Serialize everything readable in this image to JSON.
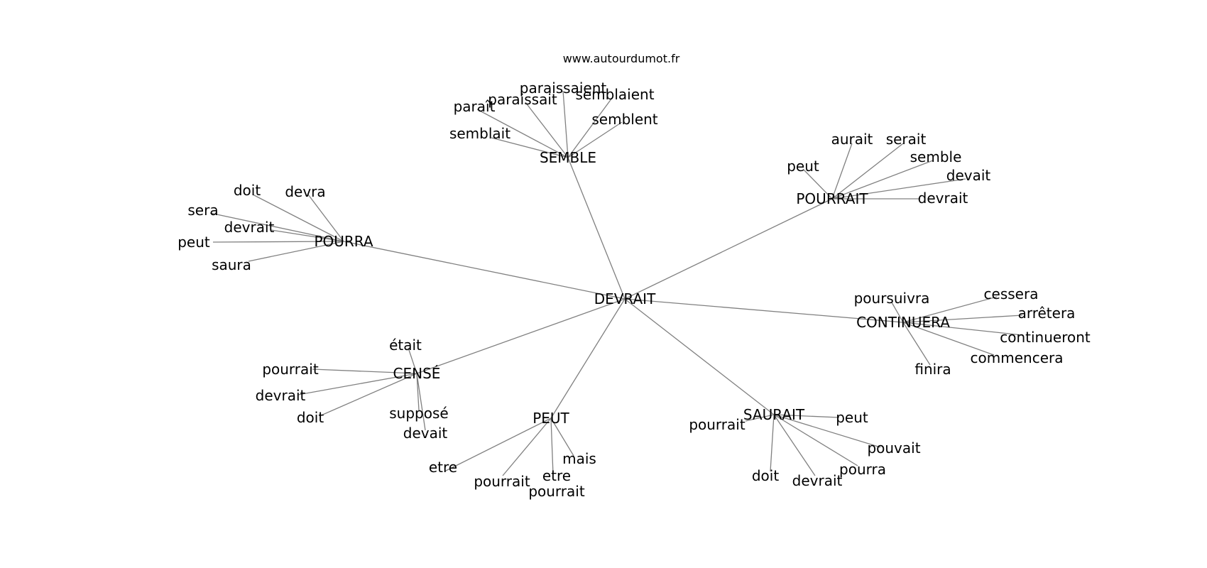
{
  "source": "www.autourdumot.fr",
  "center": "DEVRAIT",
  "hubs": [
    {
      "id": "semble",
      "label": "SEMBLE",
      "words": [
        "paraissaient",
        "paraissait",
        "paraît",
        "semblaient",
        "semblent",
        "semblait"
      ]
    },
    {
      "id": "pourrait",
      "label": "POURRAIT",
      "words": [
        "aurait",
        "serait",
        "peut",
        "semble",
        "devait",
        "devrait"
      ]
    },
    {
      "id": "pourra",
      "label": "POURRA",
      "words": [
        "doit",
        "devra",
        "sera",
        "devrait",
        "peut",
        "saura"
      ]
    },
    {
      "id": "continuera",
      "label": "CONTINUERA",
      "words": [
        "poursuivra",
        "cessera",
        "arrêtera",
        "continueront",
        "commencera",
        "finira"
      ]
    },
    {
      "id": "cense",
      "label": "CENSÉ",
      "words": [
        "était",
        "pourrait",
        "devrait",
        "doit",
        "supposé",
        "devait"
      ]
    },
    {
      "id": "peut",
      "label": "PEUT",
      "words": [
        "mais",
        "etre",
        "pourrait",
        "etre pourrait"
      ]
    },
    {
      "id": "saurait",
      "label": "SAURAIT",
      "words": [
        "pourrait",
        "peut",
        "pouvait",
        "pourra",
        "devrait",
        "doit"
      ]
    }
  ]
}
